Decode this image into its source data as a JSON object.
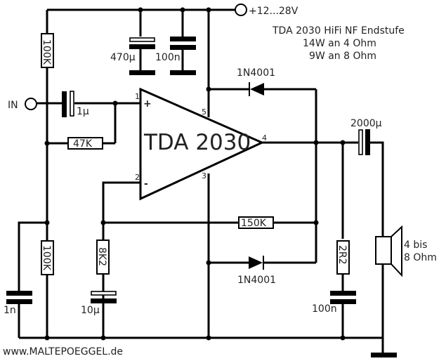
{
  "title": {
    "line1": "TDA 2030 HiFi NF Endstufe",
    "line2": "14W an 4 Ohm",
    "line3": "9W an 8 Ohm"
  },
  "supply_label": "+12...28V",
  "input_label": "IN",
  "website": "www.MALTEPOEGGEL.de",
  "ic": {
    "name": "TDA 2030",
    "pins": {
      "p1": "1",
      "p2": "2",
      "p3": "3",
      "p4": "4",
      "p5": "5"
    },
    "plus": "+",
    "minus": "-"
  },
  "components": {
    "r_top": "100K",
    "r_bottom": "100K",
    "r_bias": "47K",
    "r_feedback": "150K",
    "r_gain": "8K2",
    "r_zobel": "2R2",
    "c_supply_elko": "470µ",
    "c_supply": "100n",
    "c_input": "1µ",
    "c_filter": "1n",
    "c_gain": "10µ",
    "c_zobel": "100n",
    "c_output": "2000µ",
    "d_top": "1N4001",
    "d_bottom": "1N4001"
  },
  "speaker": {
    "line1": "4 bis",
    "line2": "8 Ohm"
  }
}
